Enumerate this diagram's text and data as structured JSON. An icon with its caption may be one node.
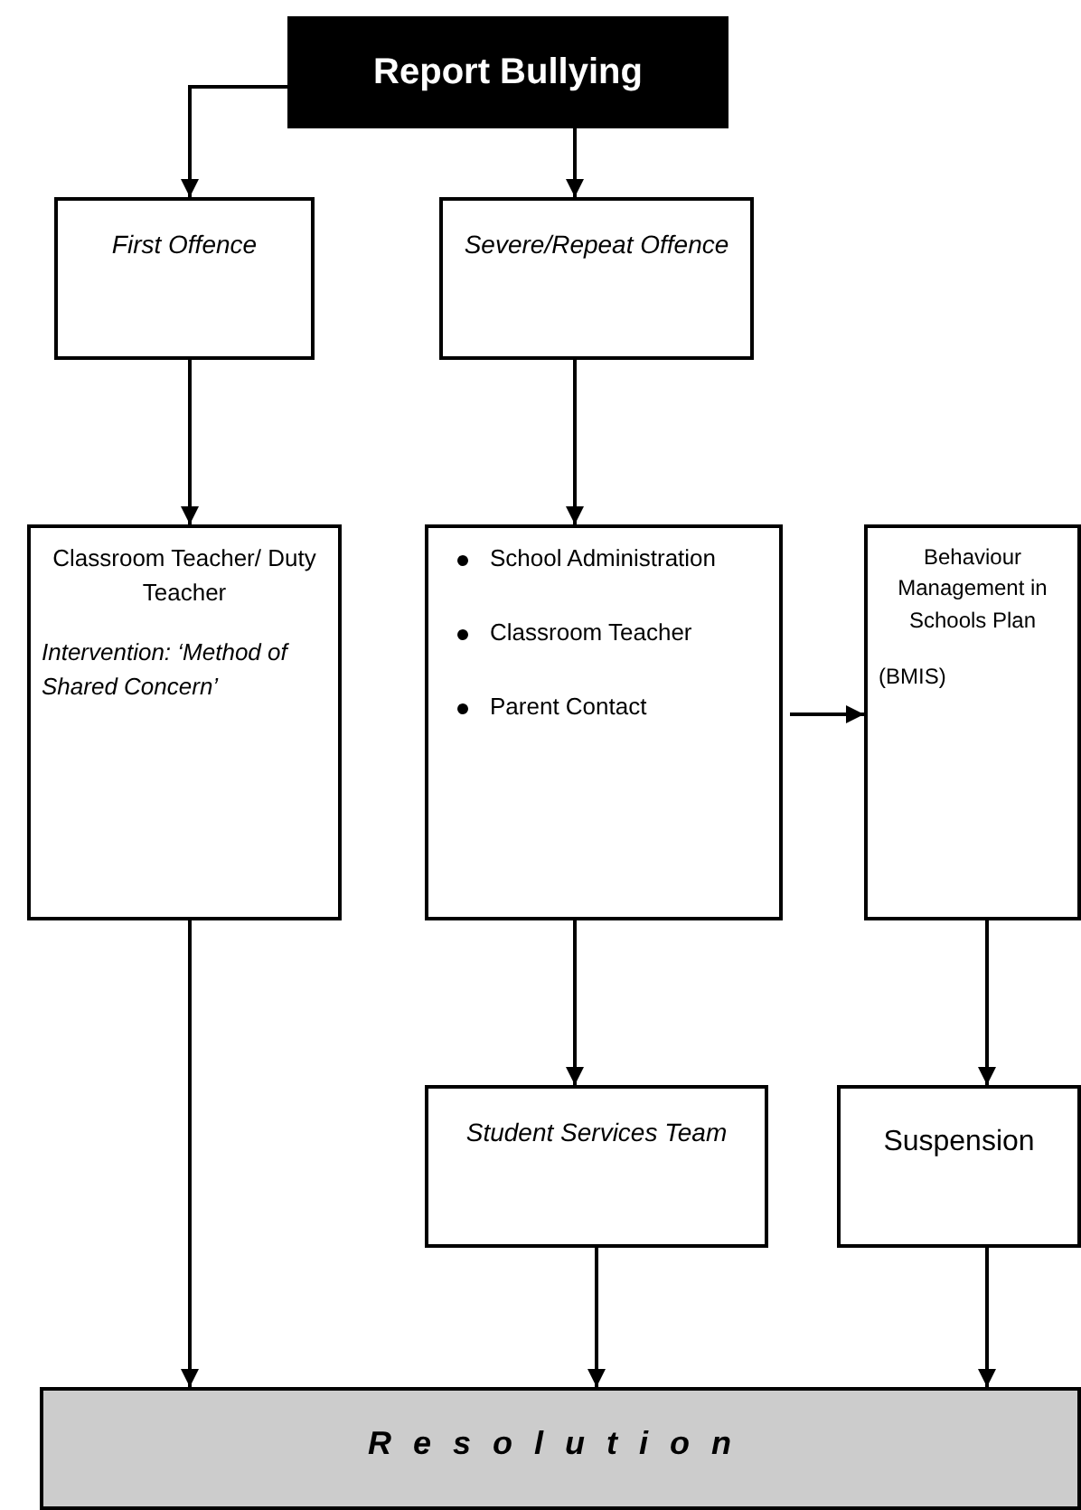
{
  "diagram": {
    "nodes": [
      {
        "text": [
          "Report Bullying"
        ]
      },
      {
        "text": [
          "First Offence"
        ]
      },
      {
        "text": [
          "Severe/Repeat Offence"
        ]
      },
      {
        "text": [
          "Classroom Teacher/ Duty Teacher",
          "Intervention: ‘Method of Shared Concern’"
        ]
      },
      {
        "text": [
          "School Administration",
          "Classroom Teacher",
          "Parent Contact"
        ]
      },
      {
        "text": [
          "Behaviour Management in Schools Plan",
          "(BMIS)"
        ]
      },
      {
        "text": [
          "Student Services Team"
        ]
      },
      {
        "text": [
          "Suspension"
        ]
      },
      {
        "text": [
          "Resolution"
        ]
      }
    ],
    "edges": [
      {
        "from": 0,
        "to": 1,
        "arrow": "to"
      },
      {
        "from": 0,
        "to": 2,
        "arrow": "to"
      },
      {
        "from": 1,
        "to": 3,
        "arrow": "to"
      },
      {
        "from": 2,
        "to": 4,
        "arrow": "to"
      },
      {
        "from": 4,
        "to": 5,
        "arrow": "to"
      },
      {
        "from": 4,
        "to": 6,
        "arrow": "to"
      },
      {
        "from": 5,
        "to": 7,
        "arrow": "to"
      },
      {
        "from": 3,
        "to": 8,
        "arrow": "to"
      },
      {
        "from": 6,
        "to": 8,
        "arrow": "to"
      },
      {
        "from": 7,
        "to": 8,
        "arrow": "to"
      }
    ]
  }
}
